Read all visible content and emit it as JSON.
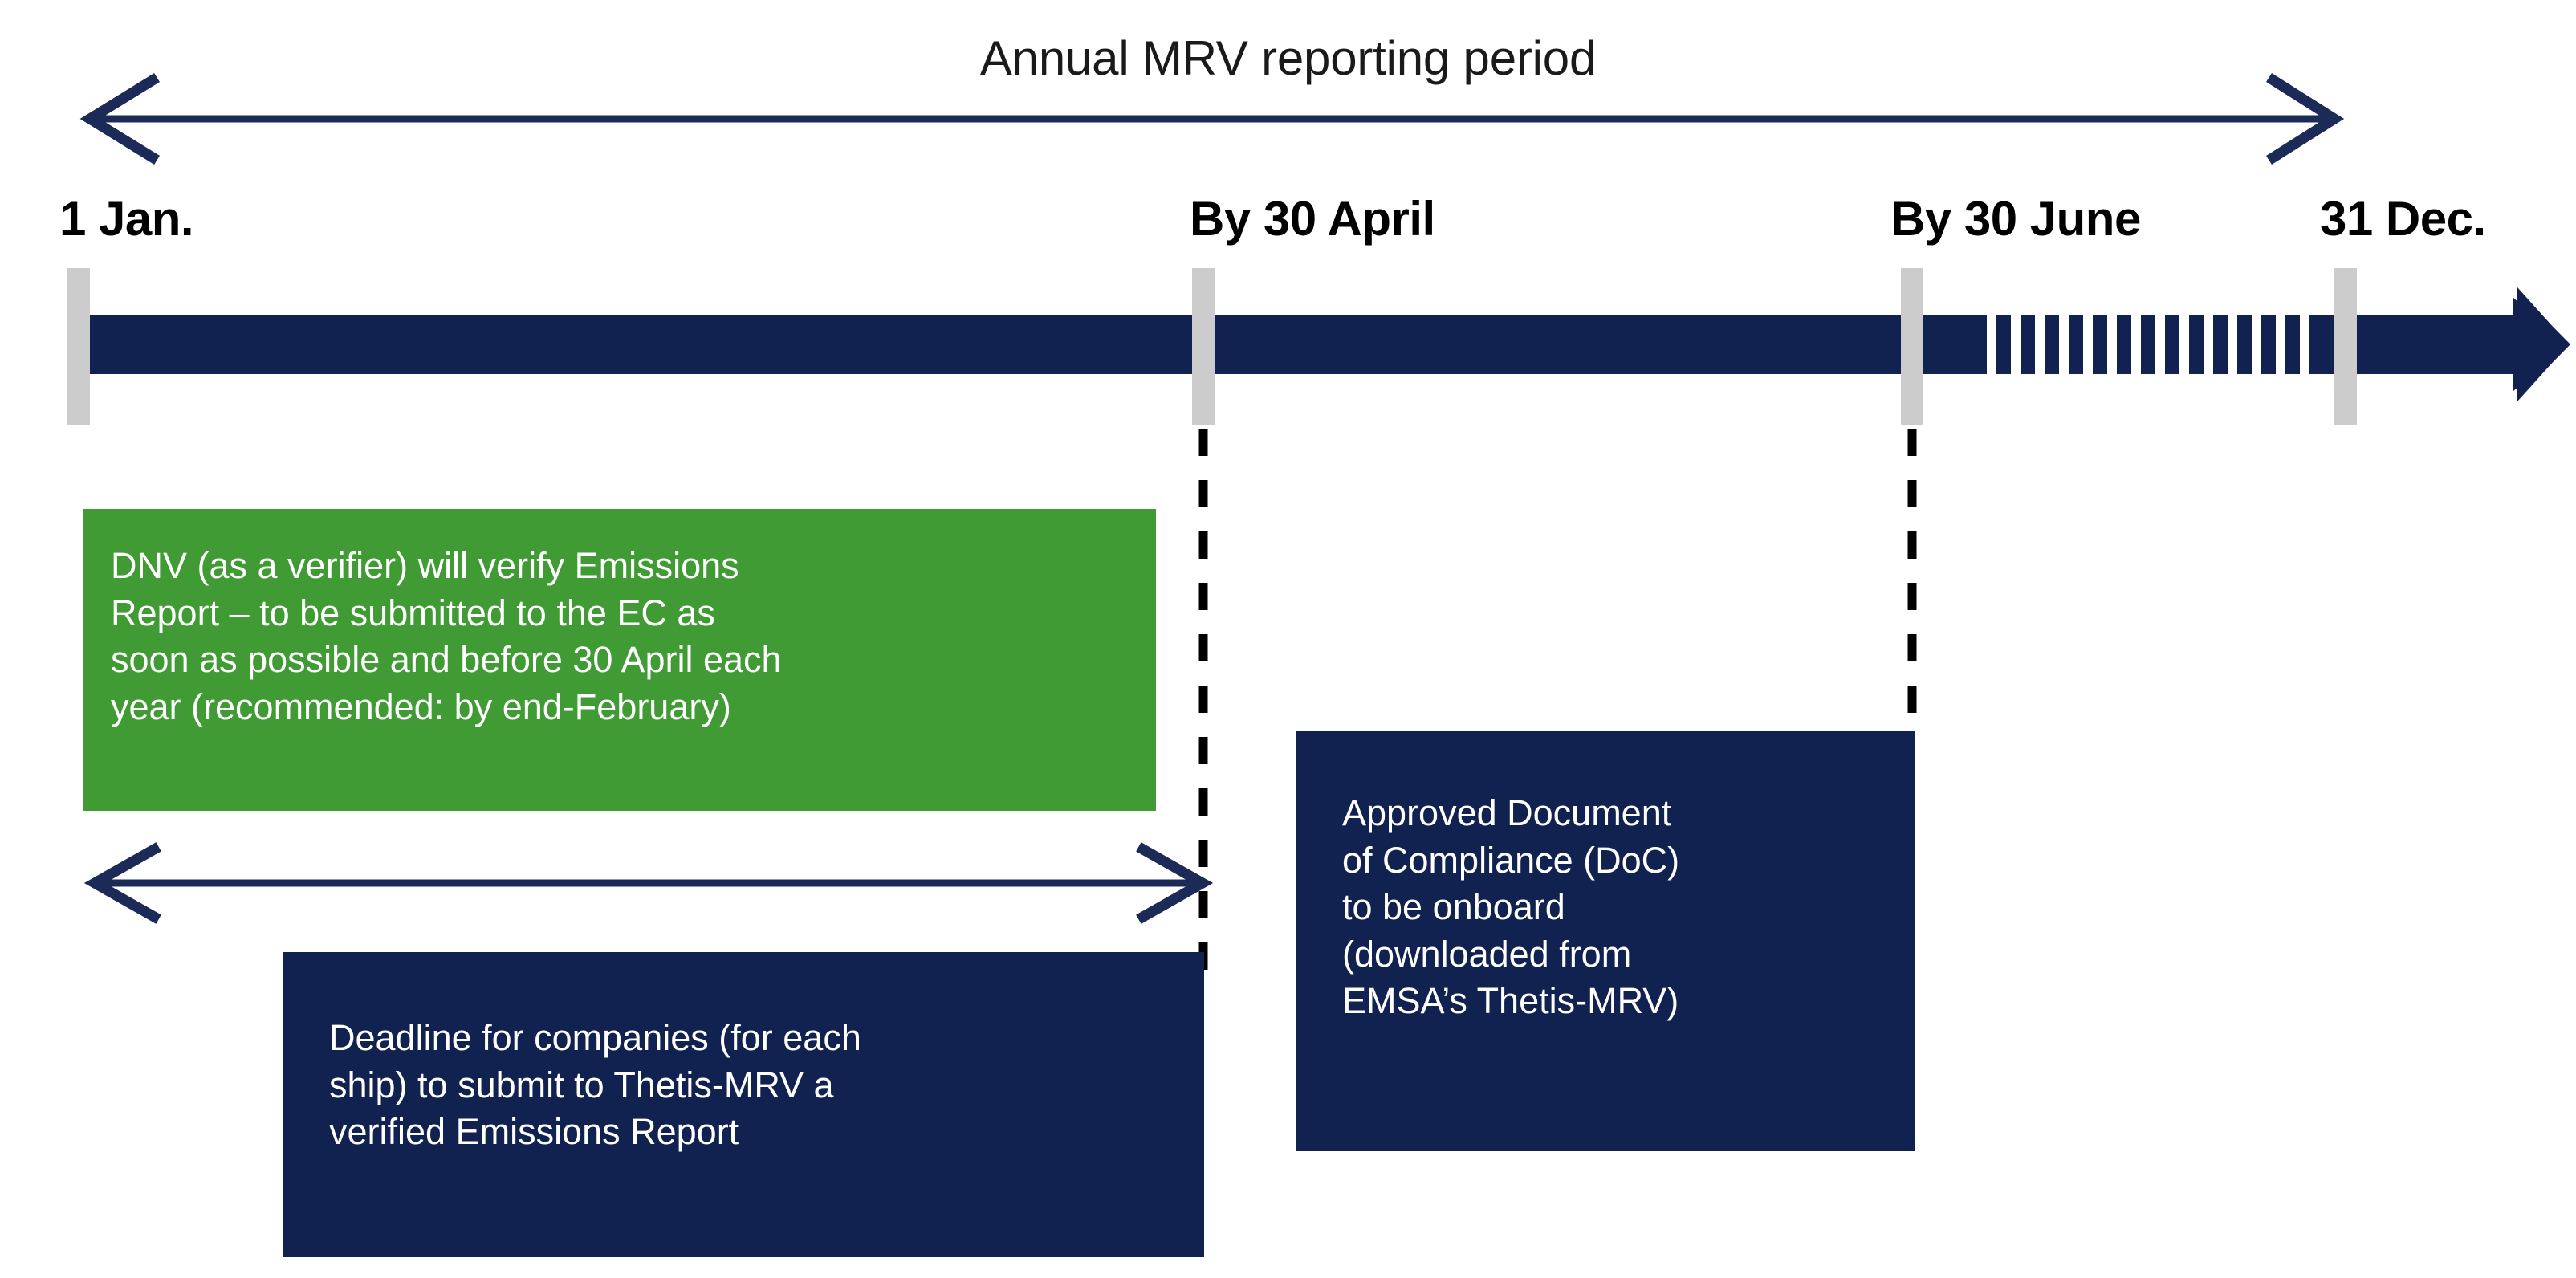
{
  "diagram": {
    "title": "Annual MRV reporting period",
    "type": "timeline",
    "colors": {
      "navy": "#122250",
      "green": "#409B34",
      "tick_gray": "#cccccc",
      "background": "#ffffff",
      "text_dark": "#1a1a1a",
      "text_light": "#ffffff"
    }
  },
  "milestones": [
    {
      "id": "jan",
      "label": "1 Jan."
    },
    {
      "id": "apr",
      "label": "By 30 April"
    },
    {
      "id": "jun",
      "label": "By 30 June"
    },
    {
      "id": "dec",
      "label": "31 Dec."
    }
  ],
  "boxes": {
    "verification": {
      "color": "#409B34",
      "lines": [
        "DNV (as a verifier) will verify Emissions",
        "Report – to be submitted to the EC as",
        "soon as possible and before 30 April each",
        "year (recommended: by end-February)"
      ]
    },
    "deadline": {
      "color": "#122250",
      "lines": [
        "Deadline for companies (for each",
        "ship) to submit to Thetis-MRV a",
        "verified Emissions Report"
      ]
    },
    "doc": {
      "color": "#122250",
      "lines": [
        "Approved Document",
        "of Compliance (DoC)",
        "to be onboard",
        "(downloaded from",
        "EMSA’s Thetis-MRV)"
      ]
    }
  },
  "connectors": {
    "period_arrow": "double-headed-arrow-annual-period",
    "deadline_arrow": "double-headed-arrow-to-30-april",
    "dashed_apr": "dashed-leader-30-april",
    "dashed_jun": "dashed-leader-30-june",
    "hatched_segment": "striped-region-june-to-december",
    "end_arrow": "timeline-arrowhead"
  }
}
